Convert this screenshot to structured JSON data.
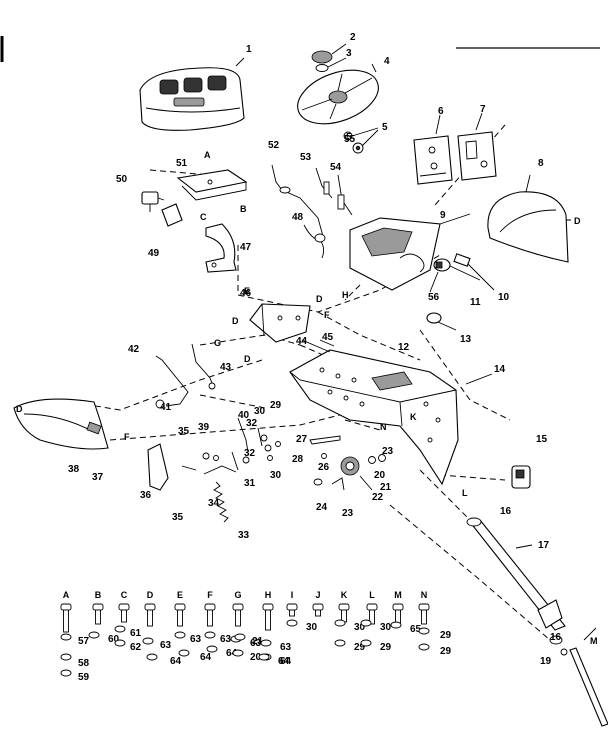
{
  "diagram": {
    "style": "exploded parts diagram, black line art on white",
    "callouts": [
      "1",
      "2",
      "3",
      "4",
      "5",
      "5",
      "6",
      "7",
      "8",
      "9",
      "10",
      "11",
      "12",
      "13",
      "14",
      "15",
      "16",
      "16",
      "17",
      "19",
      "20",
      "21",
      "22",
      "23",
      "23",
      "24",
      "26",
      "27",
      "28",
      "29",
      "30",
      "30",
      "31",
      "32",
      "32",
      "33",
      "34",
      "35",
      "35",
      "36",
      "37",
      "38",
      "39",
      "40",
      "41",
      "42",
      "43",
      "44",
      "45",
      "46",
      "47",
      "48",
      "49",
      "50",
      "51",
      "52",
      "53",
      "54",
      "55",
      "56"
    ],
    "connection_letters": [
      "A",
      "B",
      "C",
      "D",
      "D",
      "D",
      "D",
      "D",
      "E",
      "F",
      "F",
      "G",
      "H",
      "K",
      "L",
      "M",
      "N"
    ],
    "hardware_legend": {
      "columns": [
        "A",
        "B",
        "C",
        "D",
        "E",
        "F",
        "G",
        "H",
        "I",
        "J",
        "K",
        "L",
        "M",
        "N"
      ],
      "item_numbers": [
        "57",
        "58",
        "59",
        "60",
        "61",
        "62",
        "63",
        "63",
        "63",
        "63",
        "21",
        "63",
        "64",
        "64",
        "64",
        "64",
        "20",
        "64",
        "30",
        "30",
        "30",
        "65",
        "29",
        "29",
        "29",
        "29"
      ]
    }
  }
}
